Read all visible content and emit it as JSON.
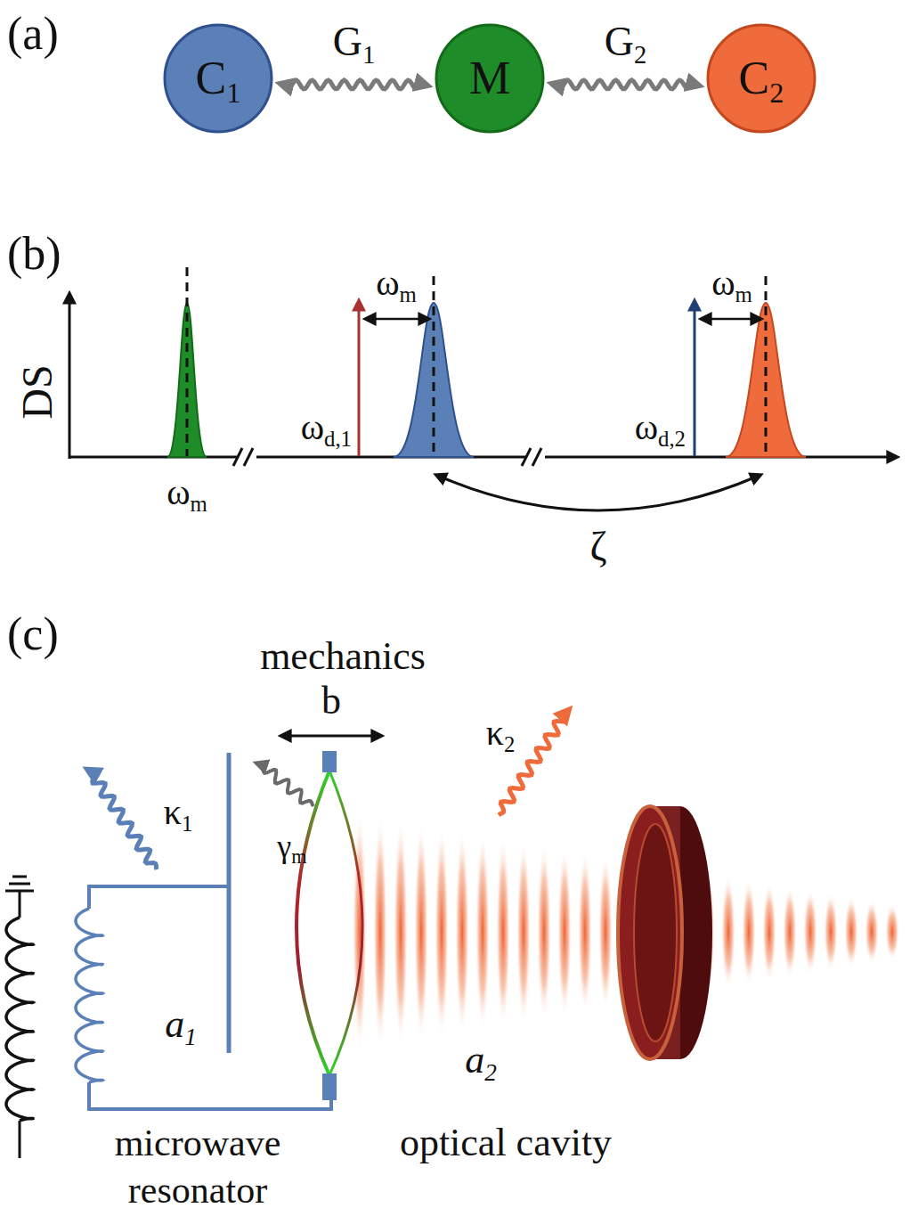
{
  "diagram": {
    "nodes": [
      {
        "text": [
          "C1"
        ]
      },
      {
        "text": [
          "M"
        ]
      },
      {
        "text": [
          "C2"
        ]
      }
    ],
    "edges": [
      {
        "from": 0,
        "to": 1,
        "label": "G1",
        "arrow": "both"
      },
      {
        "from": 1,
        "to": 2,
        "label": "G2",
        "arrow": "both"
      }
    ],
    "labels": [
      "(a)",
      "(b)",
      "DS",
      "ωm",
      "ωd,1",
      "ωm",
      "ωd,2",
      "ωm",
      "ζ",
      "(c)",
      "mechanics",
      "b",
      "κ1",
      "γm",
      "κ2",
      "a1",
      "a2",
      "microwave resonator",
      "optical cavity"
    ]
  }
}
